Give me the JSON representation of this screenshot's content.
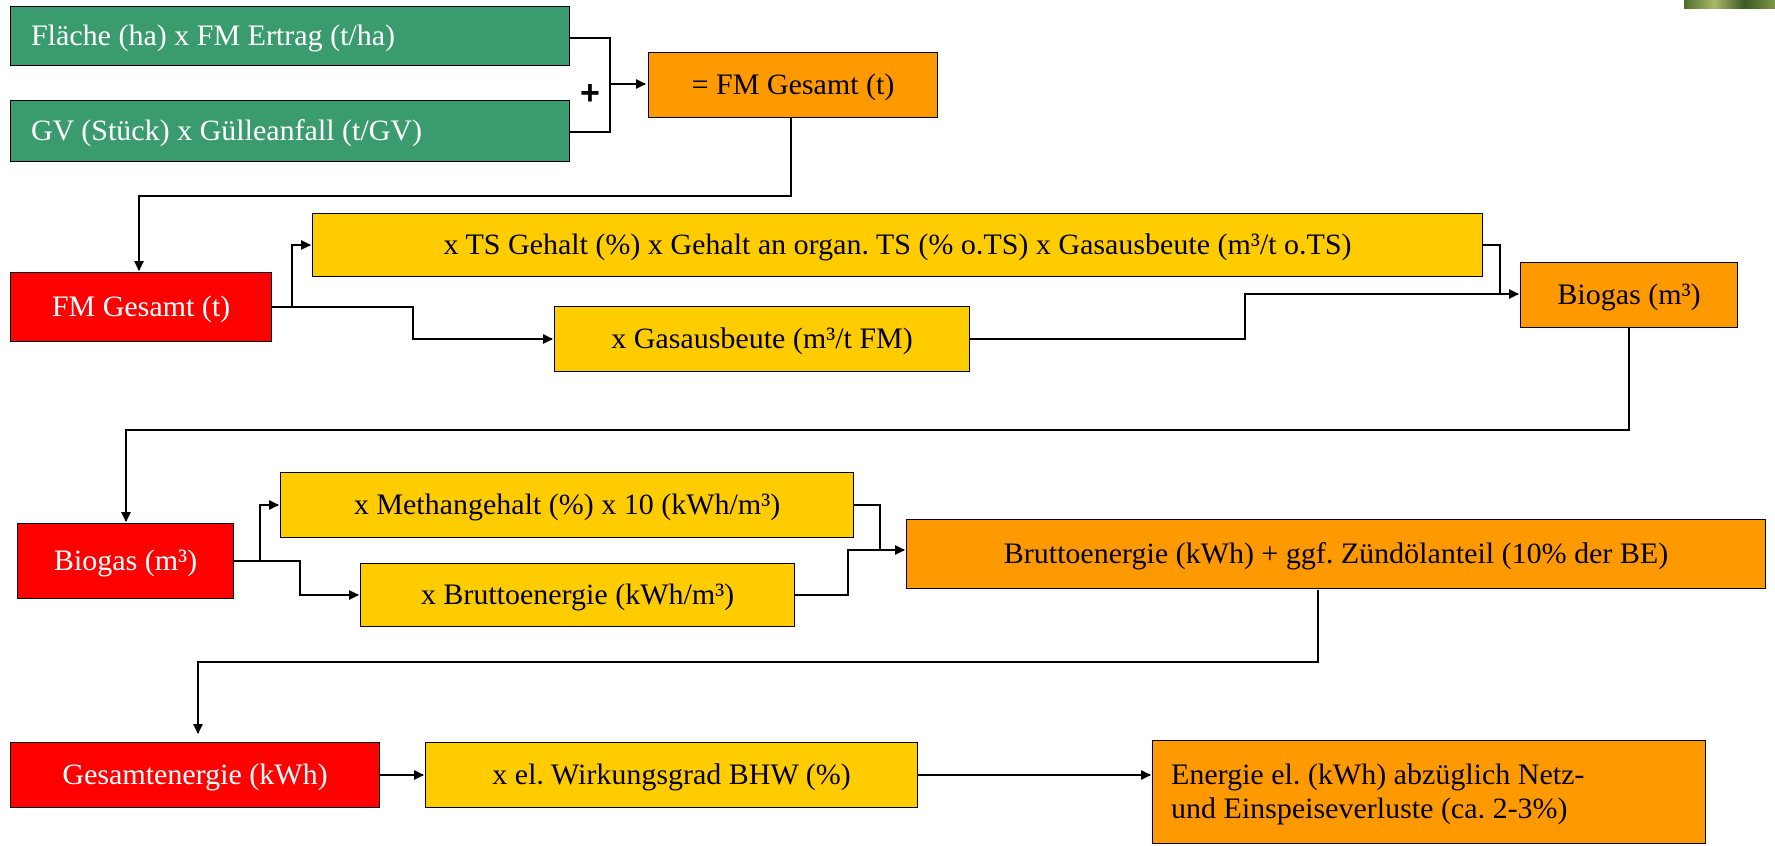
{
  "inputs": {
    "area_yield": "Fläche (ha) x FM Ertrag (t/ha)",
    "livestock_manure": "GV (Stück) x Gülleanfall (t/GV)"
  },
  "plus_sign": "+",
  "fm_total_result": "= FM Gesamt (t)",
  "fm_total": "FM Gesamt (t)",
  "ts_path": "x TS Gehalt (%) x Gehalt an organ. TS (% o.TS) x Gasausbeute (m³/t o.TS)",
  "gas_yield_fm": "x Gasausbeute (m³/t FM)",
  "biogas_result": "Biogas (m³)",
  "biogas": "Biogas (m³)",
  "methane": "x Methangehalt (%) x 10 (kWh/m³)",
  "gross_energy_factor": "x Bruttoenergie (kWh/m³)",
  "gross_energy_result": "Bruttoenergie (kWh) + ggf. Zündölanteil (10% der BE)",
  "total_energy": "Gesamtenergie (kWh)",
  "efficiency": "x el. Wirkungsgrad BHW (%)",
  "electric_energy": {
    "line1": "Energie el. (kWh) abzüglich Netz-",
    "line2": "und Einspeiseverluste (ca. 2-3%)"
  },
  "colors": {
    "input_green": "#3a9b6e",
    "result_orange": "#ff9900",
    "factor_yellow": "#ffcc00",
    "start_red": "#ff0000"
  }
}
